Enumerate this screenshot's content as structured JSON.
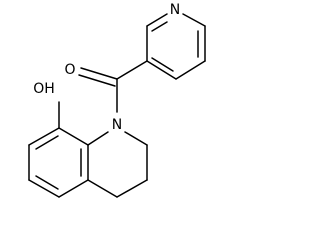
{
  "molecule": {
    "atoms": {
      "pyridine_n": "N",
      "carbonyl_o": "O",
      "amide_n": "N",
      "hydroxyl": "OH"
    }
  }
}
